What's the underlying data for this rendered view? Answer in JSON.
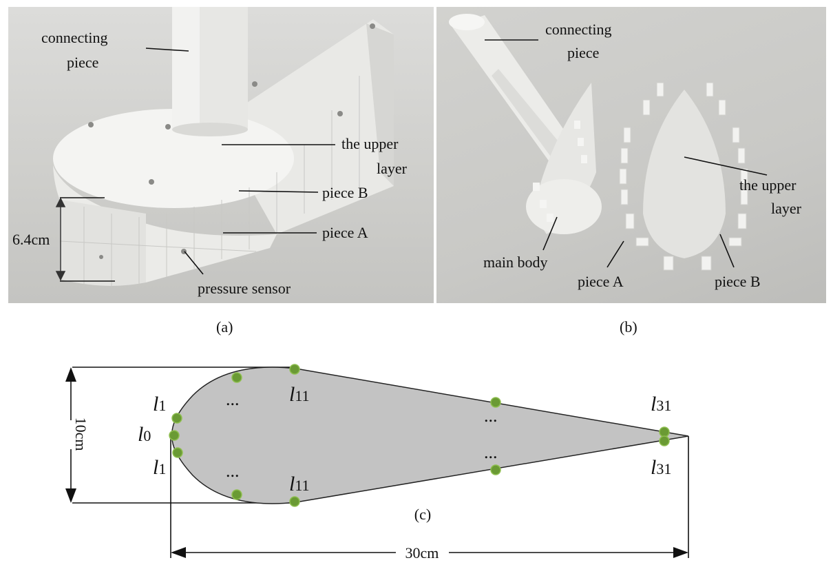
{
  "panel_a": {
    "labels": {
      "connecting_piece_1": "connecting",
      "connecting_piece_2": "piece",
      "upper_layer_1": "the upper",
      "upper_layer_2": "layer",
      "piece_b": "piece B",
      "piece_a": "piece A",
      "height": "6.4cm",
      "pressure_sensor": "pressure sensor"
    },
    "caption": "(a)"
  },
  "panel_b": {
    "labels": {
      "connecting_piece_1": "connecting",
      "connecting_piece_2": "piece",
      "upper_layer_1": "the upper",
      "upper_layer_2": "layer",
      "main_body": "main body",
      "piece_a": "piece A",
      "piece_b": "piece B"
    },
    "caption": "(b)"
  },
  "panel_c": {
    "caption": "(c)",
    "width_label": "30cm",
    "height_label": "10cm",
    "ellipsis": "...",
    "sensor_labels": {
      "l1_top": {
        "sym": "l",
        "sub": "1"
      },
      "l0": {
        "sym": "l",
        "sub": "0"
      },
      "l1_bottom": {
        "sym": "l",
        "sub": "1"
      },
      "l11_top": {
        "sym": "l",
        "sub": "11"
      },
      "l11_bottom": {
        "sym": "l",
        "sub": "11"
      },
      "l31_top": {
        "sym": "l",
        "sub": "31"
      },
      "l31_bottom": {
        "sym": "l",
        "sub": "31"
      }
    },
    "colors": {
      "shape_fill": "#c3c3c3",
      "sensor": "#6a9a34"
    }
  }
}
